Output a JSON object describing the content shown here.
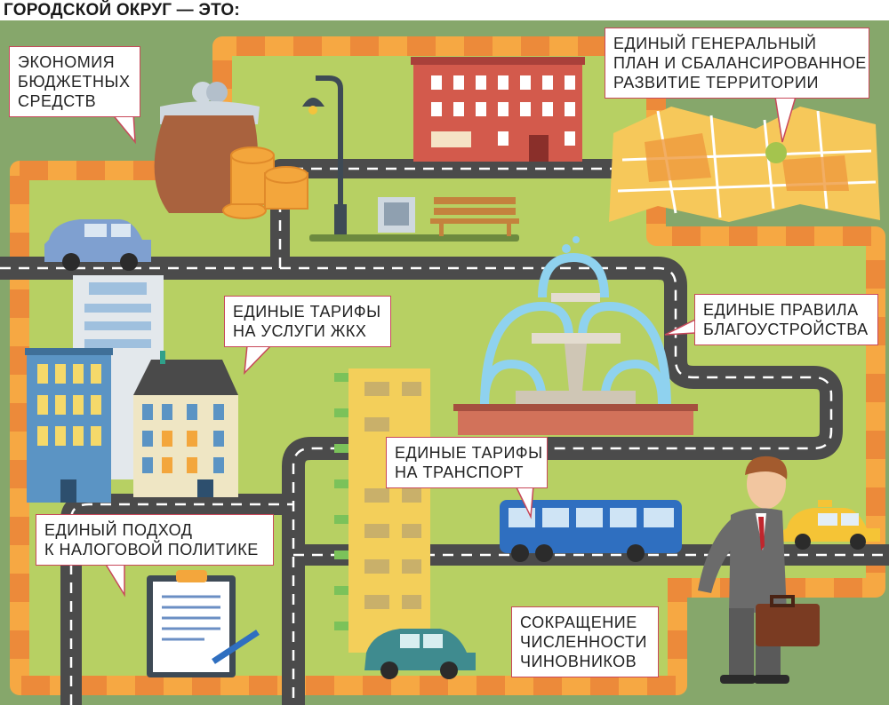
{
  "title": "ГОРОДСКОЙ ОКРУГ — ЭТО:",
  "callouts": {
    "economy": [
      "ЭКОНОМИЯ",
      "БЮДЖЕТНЫХ",
      "СРЕДСТВ"
    ],
    "plan": [
      "ЕДИНЫЙ ГЕНЕРАЛЬНЫЙ",
      "ПЛАН И СБАЛАНСИРОВАННОЕ",
      "РАЗВИТИЕ ТЕРРИТОРИИ"
    ],
    "utilities": [
      "ЕДИНЫЕ ТАРИФЫ",
      "НА УСЛУГИ ЖКХ"
    ],
    "landscaping": [
      "ЕДИНЫЕ ПРАВИЛА",
      "БЛАГОУСТРОЙСТВА"
    ],
    "transport": [
      "ЕДИНЫЕ ТАРИФЫ",
      "НА ТРАНСПОРТ"
    ],
    "tax": [
      "ЕДИНЫЙ ПОДХОД",
      "К НАЛОГОВОЙ ПОЛИТИКЕ"
    ],
    "officials": [
      "СОКРАЩЕНИЕ",
      "ЧИСЛЕННОСТИ",
      "ЧИНОВНИКОВ"
    ]
  },
  "colors": {
    "outer": "#86a76b",
    "inner": "#b7d063",
    "border_a": "#f6a843",
    "border_b": "#ec8a3a",
    "road": "#4b4b4b",
    "callout_border": "#c8485a"
  }
}
